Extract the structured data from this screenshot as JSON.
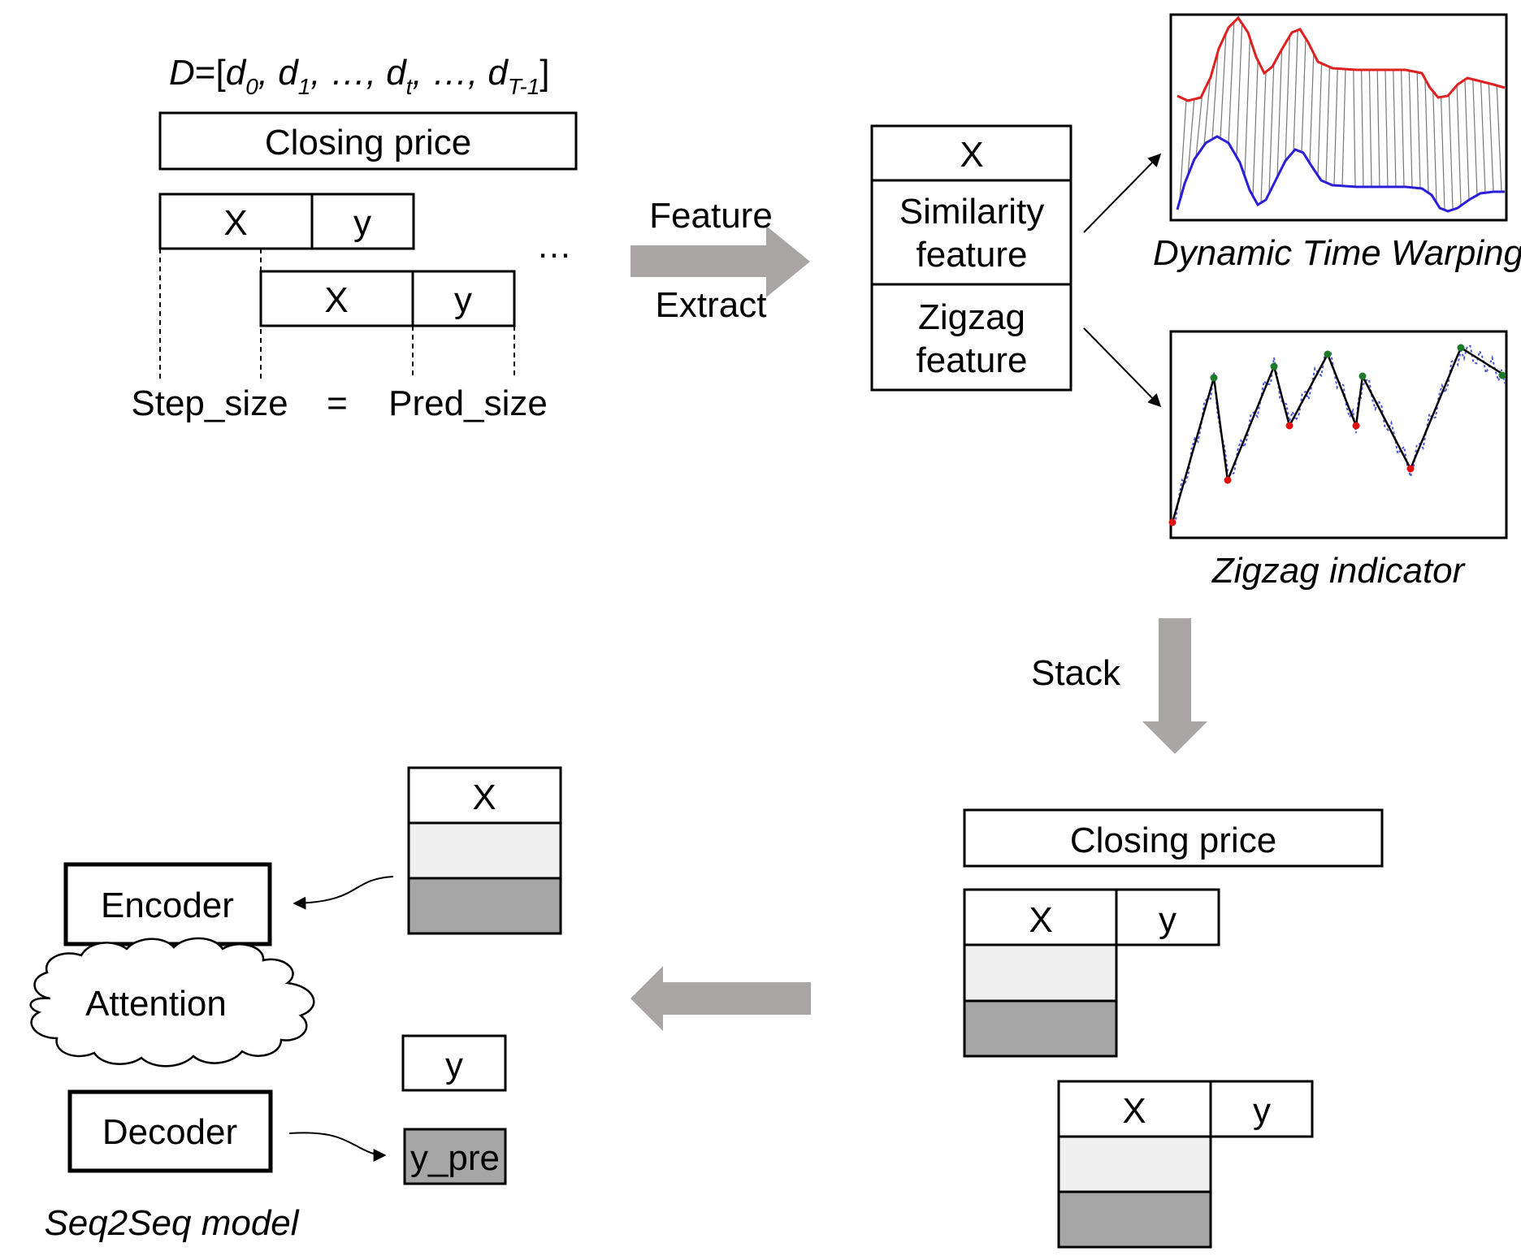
{
  "formula": {
    "prefix": "D",
    "parts": [
      {
        "base": "d",
        "sub": "0",
        "sep": ", "
      },
      {
        "base": "d",
        "sub": "1",
        "sep": ", …, "
      },
      {
        "base": "d",
        "sub": "t",
        "sep": ", …, "
      },
      {
        "base": "d",
        "sub": "T-1",
        "sep": ""
      }
    ]
  },
  "window_section": {
    "closing_price": "Closing price",
    "x_label": "X",
    "y_label": "y",
    "ellipsis": "…",
    "step_size": "Step_size",
    "equals": "=",
    "pred_size": "Pred_size"
  },
  "arrows": {
    "feature_extract_line1": "Feature",
    "feature_extract_line2": "Extract",
    "stack": "Stack"
  },
  "feature_stack": {
    "x_label": "X",
    "similarity_line1": "Similarity",
    "similarity_line2": "feature",
    "zigzag_line1": "Zigzag",
    "zigzag_line2": "feature"
  },
  "plots": {
    "dtw_caption": "Dynamic Time Warping",
    "zigzag_caption": "Zigzag indicator",
    "colors": {
      "dtw_top": "#e02020",
      "dtw_bottom": "#2a1fd6",
      "warp_lines": "#777777",
      "zigzag_line": "#000000",
      "zigzag_price": "#4a55d8",
      "peak": "#1e7a2a",
      "trough": "#e01010"
    }
  },
  "stacked_section": {
    "closing_price": "Closing price",
    "x_label": "X",
    "y_label": "y",
    "colors": {
      "light_fill": "#f0f0f0",
      "dark_fill": "#a6a6a6"
    }
  },
  "model_section": {
    "x_label": "X",
    "encoder": "Encoder",
    "attention": "Attention",
    "decoder": "Decoder",
    "y_label": "y",
    "y_pred": "y_pre",
    "caption": "Seq2Seq model"
  },
  "arrow_color": "#a9a5a4"
}
